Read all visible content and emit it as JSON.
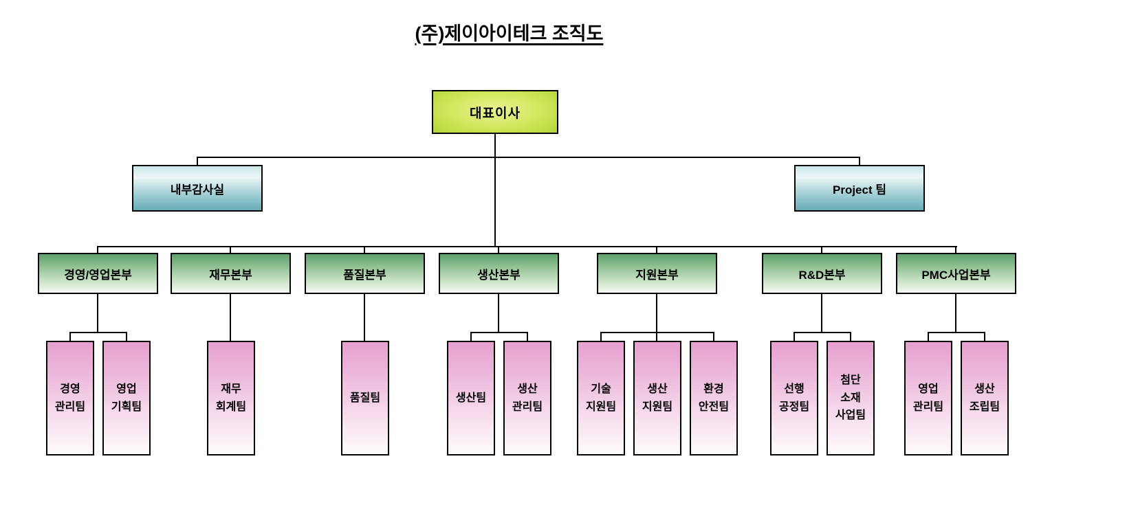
{
  "title": "(주)제이아이테크 조직도",
  "colors": {
    "ceo_fill": "#b7d93c",
    "ceo_fill_light": "#e9f392",
    "staff_fill": "#66adb9",
    "staff_fill_light": "#ecf6f6",
    "division_fill": "#5ea06d",
    "division_fill_light": "#f3f9f1",
    "team_fill": "#e6a0cf",
    "team_fill_light": "#fefbfd",
    "line": "#000000",
    "background": "#ffffff"
  },
  "org": {
    "ceo": {
      "label": "대표이사"
    },
    "staff": [
      {
        "label": "내부감사실"
      },
      {
        "label": "Project 팀"
      }
    ],
    "divisions": [
      {
        "label": "경영/영업본부",
        "teams": [
          {
            "label": "경영\n관리팀"
          },
          {
            "label": "영업\n기획팀"
          }
        ]
      },
      {
        "label": "재무본부",
        "teams": [
          {
            "label": "재무\n회계팀"
          }
        ]
      },
      {
        "label": "품질본부",
        "teams": [
          {
            "label": "품질팀"
          }
        ]
      },
      {
        "label": "생산본부",
        "teams": [
          {
            "label": "생산팀"
          },
          {
            "label": "생산\n관리팀"
          }
        ]
      },
      {
        "label": "지원본부",
        "teams": [
          {
            "label": "기술\n지원팀"
          },
          {
            "label": "생산\n지원팀"
          },
          {
            "label": "환경\n안전팀"
          }
        ]
      },
      {
        "label": "R&D본부",
        "teams": [
          {
            "label": "선행\n공정팀"
          },
          {
            "label": "첨단\n소재\n사업팀"
          }
        ]
      },
      {
        "label": "PMC사업본부",
        "teams": [
          {
            "label": "영업\n관리팀"
          },
          {
            "label": "생산\n조립팀"
          }
        ]
      }
    ]
  }
}
